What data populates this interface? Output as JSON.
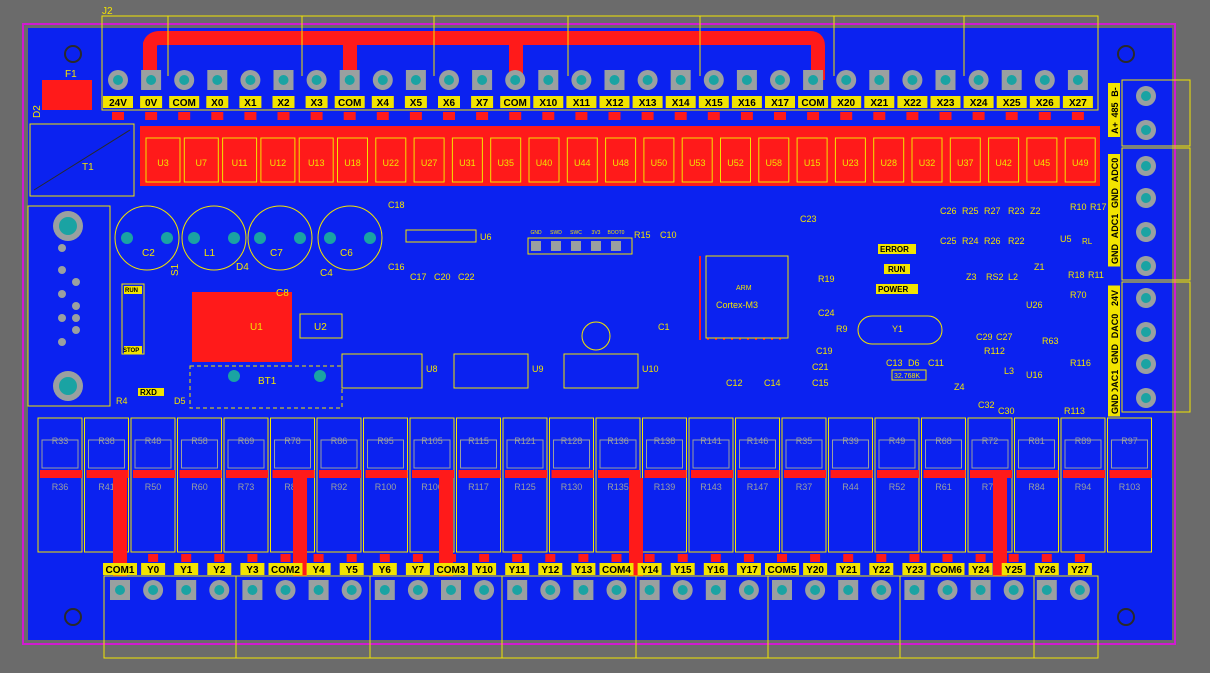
{
  "header_ref": "J2",
  "top_terminals": [
    "24V",
    "0V",
    "COM",
    "X0",
    "X1",
    "X2",
    "X3",
    "COM",
    "X4",
    "X5",
    "X6",
    "X7",
    "COM",
    "X10",
    "X11",
    "X12",
    "X13",
    "X14",
    "X15",
    "X16",
    "X17",
    "COM",
    "X20",
    "X21",
    "X22",
    "X23",
    "X24",
    "X25",
    "X26",
    "X27"
  ],
  "top_optos": [
    "U3",
    "U7",
    "U11",
    "U12",
    "U13",
    "U18",
    "U22",
    "U27",
    "U31",
    "U35",
    "U40",
    "U44",
    "U48",
    "U50",
    "U53",
    "U52",
    "U58",
    "U15",
    "U23",
    "U28",
    "U32",
    "U37",
    "U42",
    "U45",
    "U49"
  ],
  "bottom_terminals": [
    "COM1",
    "Y0",
    "Y1",
    "Y2",
    "Y3",
    "COM2",
    "Y4",
    "Y5",
    "Y6",
    "Y7",
    "COM3",
    "Y10",
    "Y11",
    "Y12",
    "Y13",
    "COM4",
    "Y14",
    "Y15",
    "Y16",
    "Y17",
    "COM5",
    "Y20",
    "Y21",
    "Y22",
    "Y23",
    "COM6",
    "Y24",
    "Y25",
    "Y26",
    "Y27"
  ],
  "resistors_row1": [
    "R33",
    "R38",
    "R48",
    "R58",
    "R69",
    "R78",
    "R86",
    "R95",
    "R105",
    "R115",
    "R121",
    "R128",
    "R136",
    "R138",
    "R141",
    "R146",
    "R35",
    "R39",
    "R49",
    "R68",
    "R72",
    "R81",
    "R89",
    "R97"
  ],
  "resistors_row2": [
    "R36",
    "R41",
    "R50",
    "R60",
    "R73",
    "R83",
    "R92",
    "R100",
    "R106",
    "R117",
    "R125",
    "R130",
    "R135",
    "R139",
    "R143",
    "R147",
    "R37",
    "R44",
    "R52",
    "R61",
    "R74",
    "R84",
    "R94",
    "R103"
  ],
  "right_connectors": [
    "B-",
    "485",
    "A+",
    "ADC0",
    "GND",
    "ADC1",
    "GND",
    "24V",
    "DAC0",
    "GND",
    "DAC1",
    "GND"
  ],
  "components": {
    "fuse": "F1",
    "d2": "D2",
    "t1": "T1",
    "c2": "C2",
    "l1": "L1",
    "c7": "C7",
    "c6": "C6",
    "c18": "C18",
    "u6": "U6",
    "c16": "C16",
    "c17": "C17",
    "c20": "C20",
    "c22": "C22",
    "s1": "S1",
    "d4": "D4",
    "c8": "C8",
    "c4": "C4",
    "u1": "U1",
    "u2": "U2",
    "bt1": "BT1",
    "r4": "R4",
    "d5": "D5",
    "u8": "U8",
    "u9": "U9",
    "u10": "U10",
    "c1": "C1",
    "mcu_brand": "ARM",
    "mcu": "Cortex-M3",
    "r15": "R15",
    "c10": "C10",
    "c23": "C23",
    "r19": "R19",
    "c24": "C24",
    "r9": "R9",
    "y1": "Y1",
    "c19": "C19",
    "c21": "C21",
    "c15": "C15",
    "c12": "C12",
    "c14": "C14",
    "c13": "C13",
    "d6": "D6",
    "c11": "C11",
    "xtal": "32.768K",
    "c26": "C26",
    "r25": "R25",
    "r27": "R27",
    "r23": "R23",
    "z2": "Z2",
    "r10": "R10",
    "r17": "R17",
    "c25": "C25",
    "r24": "R24",
    "r26": "R26",
    "r22": "R22",
    "u5": "U5",
    "z1": "Z1",
    "r18": "R18",
    "r11": "R11",
    "rl": "RL",
    "z3": "Z3",
    "r52": "RS2",
    "l2": "L2",
    "u26": "U26",
    "r70": "R70",
    "r63": "R63",
    "c29": "C29",
    "c27": "C27",
    "r112": "R112",
    "l3": "L3",
    "r116": "R116",
    "z4": "Z4",
    "u16": "U16",
    "c32": "C32",
    "c30": "C30",
    "r113": "R113"
  },
  "header_pins": [
    "GND",
    "SWD",
    "SWC",
    "3V3",
    "BOOT0"
  ],
  "switch_labels": {
    "run": "RUN",
    "stop": "STOP"
  },
  "status_leds": {
    "error": "ERROR",
    "run": "RUN",
    "power": "POWER"
  },
  "rxd_label": "RXD",
  "colors": {
    "board": "#0b22f0",
    "copper": "#ff1a1a",
    "silk": "#f2e400",
    "pad": "#9aa0a0",
    "hole": "#1aa3a3",
    "label_bg": "#f2e400",
    "background": "#6b6b6b",
    "outline": "#d01bd0"
  }
}
